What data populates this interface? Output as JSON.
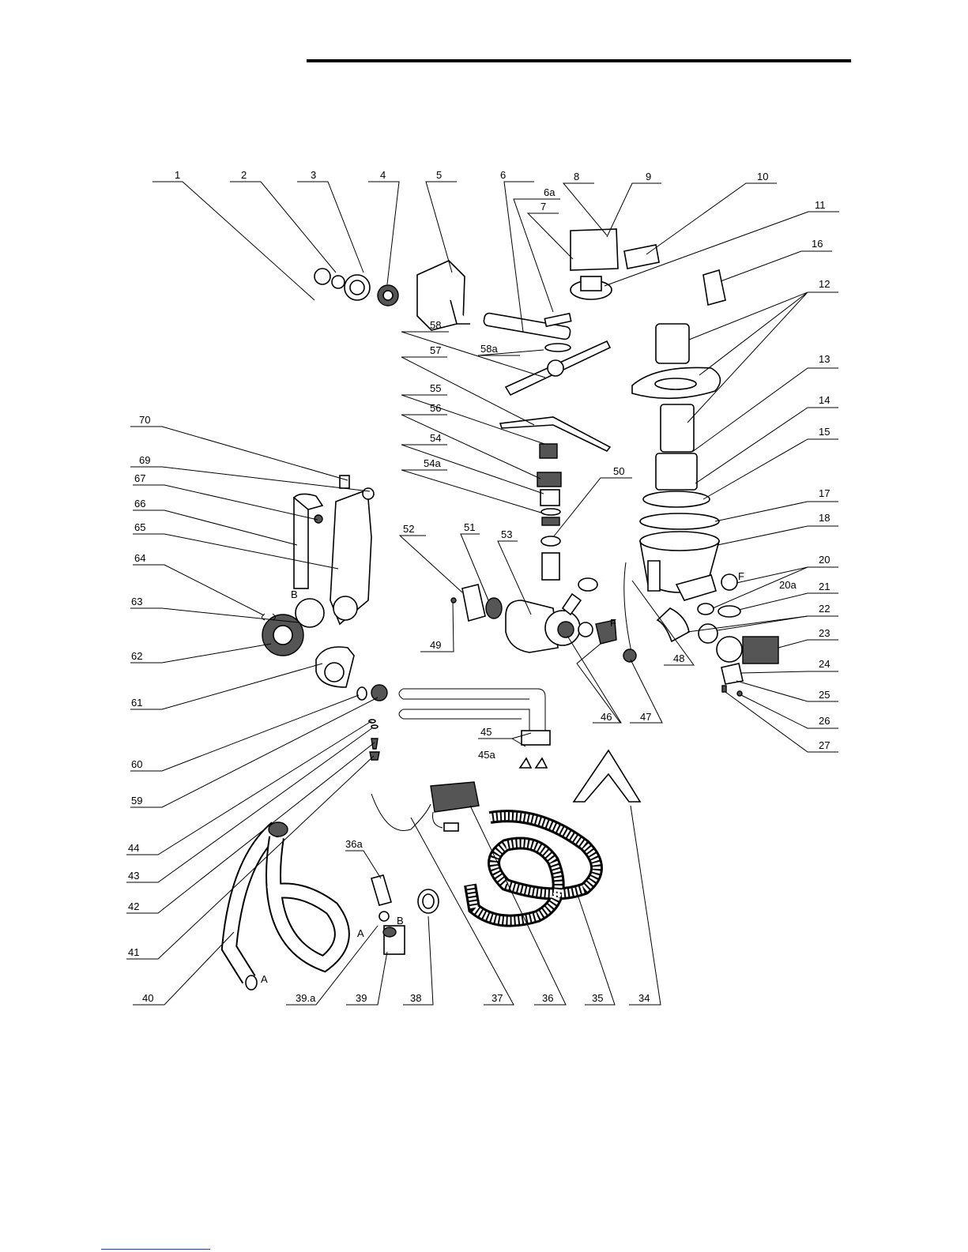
{
  "labels": {
    "p1": "1",
    "p2": "2",
    "p3": "3",
    "p4": "4",
    "p5": "5",
    "p6": "6",
    "p6a": "6a",
    "p7": "7",
    "p8": "8",
    "p9": "9",
    "p10": "10",
    "p11": "11",
    "p12": "12",
    "p13": "13",
    "p14": "14",
    "p15": "15",
    "p16": "16",
    "p17": "17",
    "p18": "18",
    "p20": "20",
    "p20a": "20a",
    "p21": "21",
    "p22": "22",
    "p23": "23",
    "p24": "24",
    "p25": "25",
    "p26": "26",
    "p27": "27",
    "p34": "34",
    "p35": "35",
    "p36": "36",
    "p36a": "36a",
    "p37": "37",
    "p38": "38",
    "p39": "39",
    "p39a": "39.a",
    "p40": "40",
    "p41": "41",
    "p42": "42",
    "p43": "43",
    "p44": "44",
    "p45": "45",
    "p45a": "45a",
    "p46": "46",
    "p47": "47",
    "p48": "48",
    "p49": "49",
    "p50": "50",
    "p51": "51",
    "p52": "52",
    "p53": "53",
    "p54": "54",
    "p54a": "54a",
    "p55": "55",
    "p56": "56",
    "p57": "57",
    "p58": "58",
    "p58a": "58a",
    "p59": "59",
    "p60": "60",
    "p61": "61",
    "p62": "62",
    "p63": "63",
    "p64": "64",
    "p65": "65",
    "p66": "66",
    "p67": "67",
    "p69": "69",
    "p70": "70"
  },
  "connectors": {
    "a1": "A",
    "a2": "A",
    "b1": "B",
    "b2": "B",
    "f1": "F",
    "f2": "F"
  }
}
